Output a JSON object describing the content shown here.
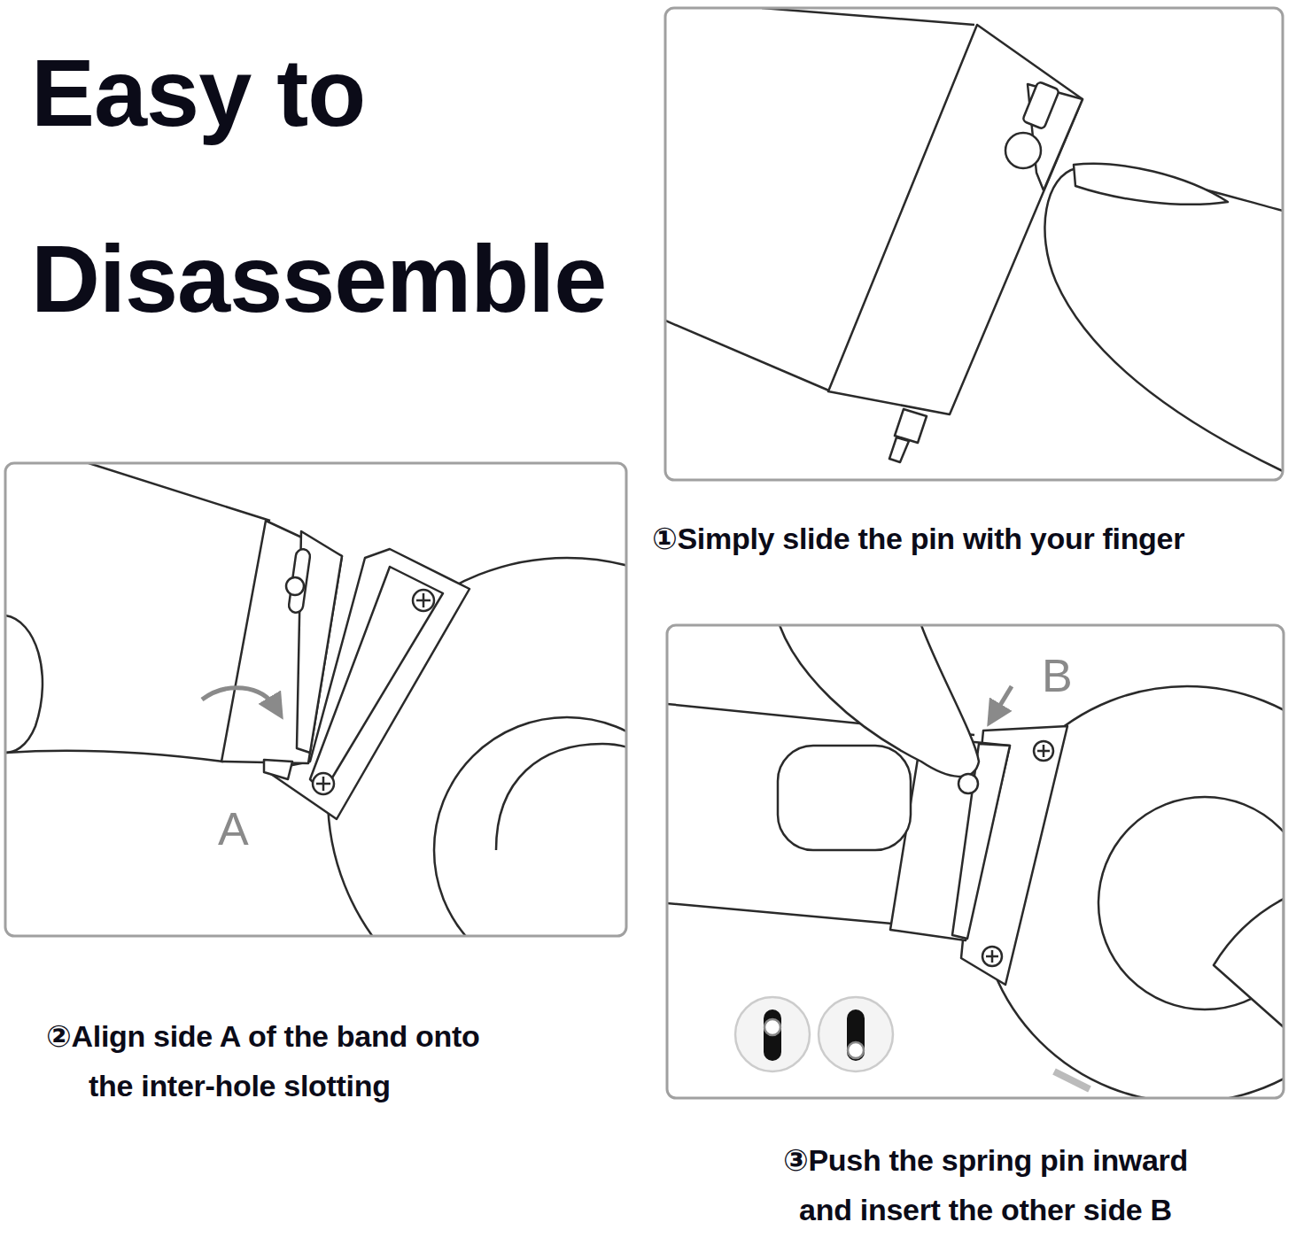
{
  "diagram": {
    "title": "Easy to Disassemble",
    "labels": [
      "①Simply slide the pin with your finger",
      "②Align side A of the band onto the inter-hole slotting",
      "③Push the spring pin inward and insert the other side B",
      "A",
      "B"
    ]
  }
}
